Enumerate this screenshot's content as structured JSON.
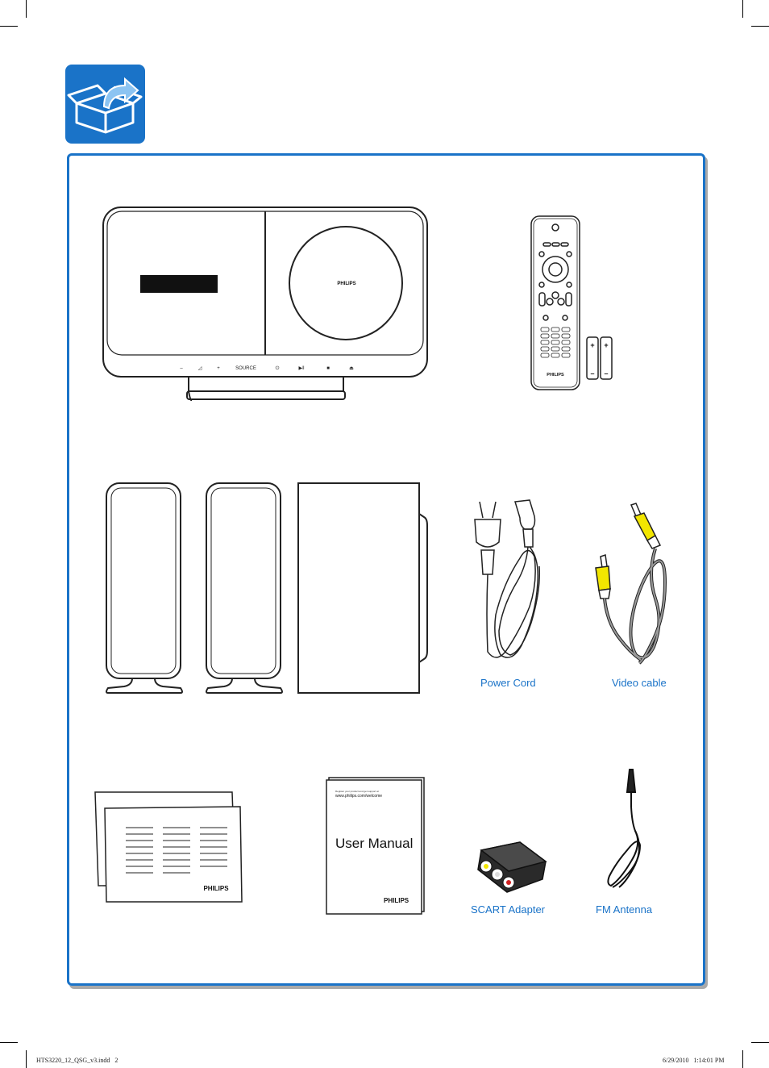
{
  "unit": {
    "source": "SOURCE",
    "brand": "PHILIPS"
  },
  "remote": {
    "brand": "PHILIPS"
  },
  "battery": {
    "plus": "+",
    "minus": "–"
  },
  "labels": {
    "power_cord": "Power Cord",
    "video_cable": "Video cable",
    "scart_adapter": "SCART Adapter",
    "fm_antenna": "FM Antenna"
  },
  "leaflet": {
    "brand": "PHILIPS"
  },
  "manual": {
    "register_text": "Register your product and get support at",
    "url": "www.philips.com/welcome",
    "title": "User Manual",
    "brand": "PHILIPS"
  },
  "footer": {
    "file": "HTS3220_12_QSG_v3.indd   2",
    "timestamp": "6/29/2010   1:14:01 PM"
  },
  "colors": {
    "accent": "#1a73c8",
    "yellow": "#f2e600",
    "cable_gray": "#9a9a9a"
  },
  "icons": [
    "open-box-icon"
  ]
}
